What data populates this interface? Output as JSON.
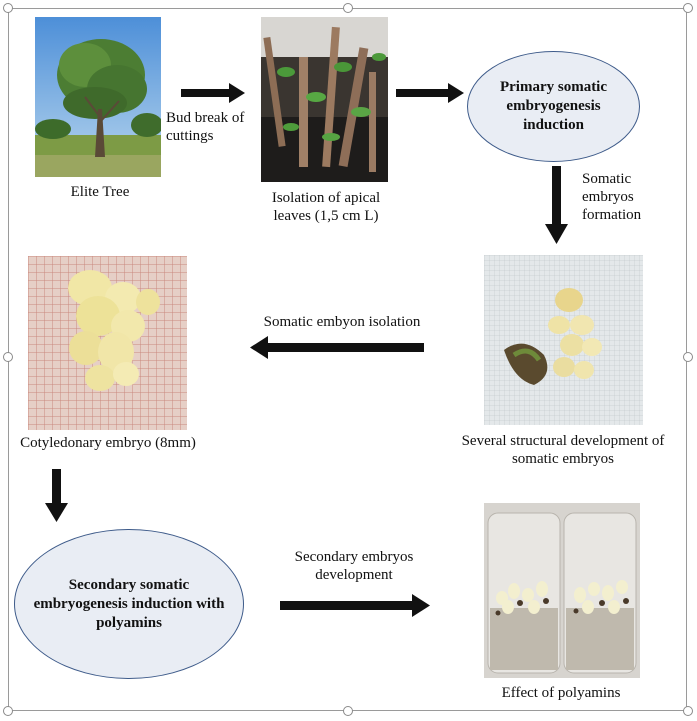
{
  "nodes": {
    "elite_tree": "Elite Tree",
    "isolation": "Isolation of apical leaves (1,5 cm L)",
    "primary_induction": "Primary somatic embryogenesis induction",
    "structural_development": "Several structural development of somatic embryos",
    "cotyledonary": "Cotyledonary embryo (8mm)",
    "secondary_induction": "Secondary somatic embryogenesis induction with polyamins",
    "effect": "Effect of polyamins"
  },
  "edges": {
    "bud_break": "Bud break of cuttings",
    "formation": "Somatic embryos formation",
    "embryo_isolation": "Somatic embyon isolation",
    "secondary_development": "Secondary embryos development"
  },
  "colors": {
    "ellipse_fill": "#e9edf4",
    "ellipse_border": "#3e5b8a",
    "arrow": "#111111",
    "frame": "#9a9a9a"
  }
}
